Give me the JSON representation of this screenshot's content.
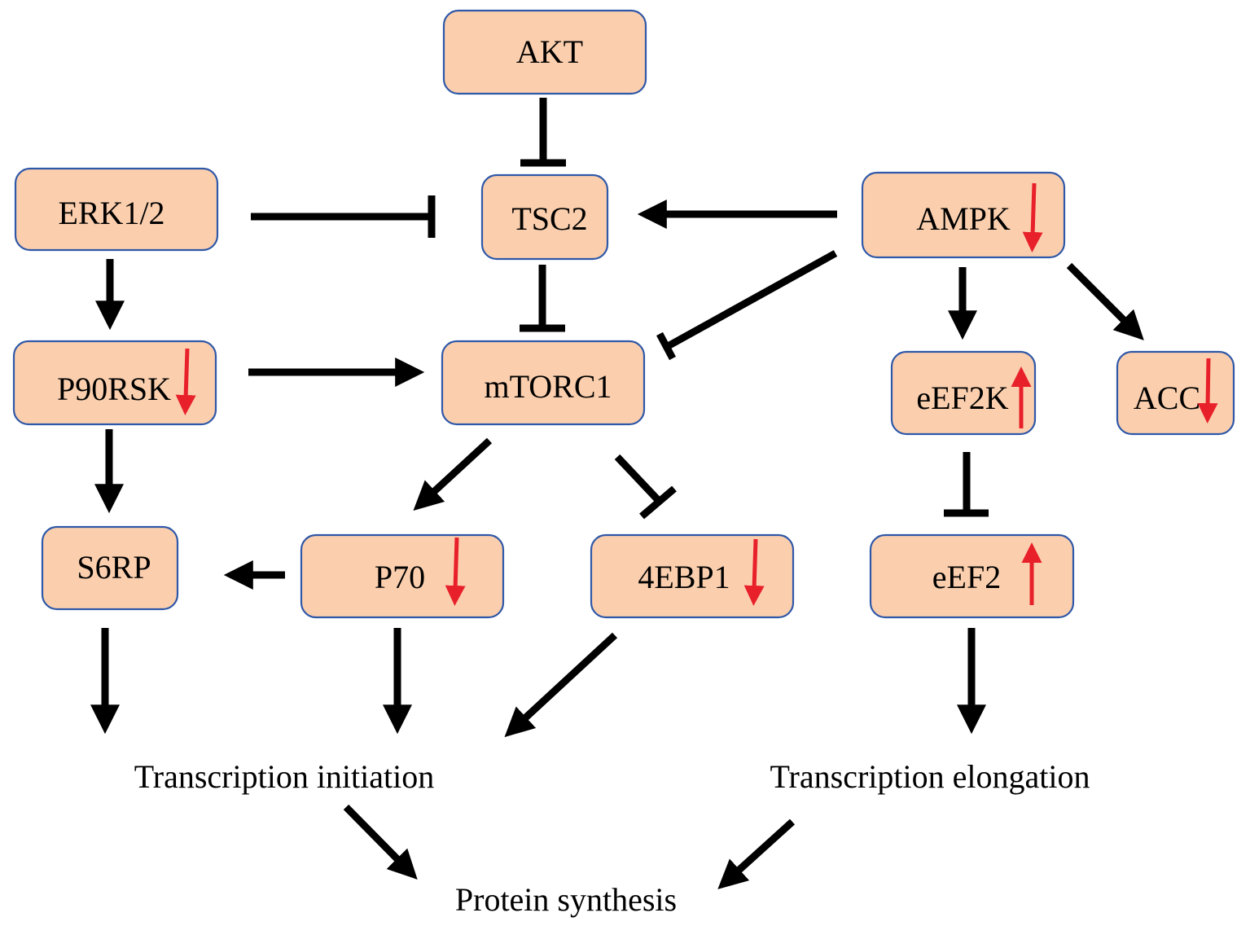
{
  "diagram": {
    "title": "Protein synthesis signaling pathway",
    "colors": {
      "node_fill": "#FBCFAE",
      "node_border": "#2F58A8",
      "edge": "#000000",
      "indicator": "#E8202A"
    },
    "nodes": [
      {
        "id": "AKT",
        "label": "AKT",
        "change": null
      },
      {
        "id": "ERK",
        "label": "ERK1/2",
        "change": null
      },
      {
        "id": "TSC2",
        "label": "TSC2",
        "change": null
      },
      {
        "id": "AMPK",
        "label": "AMPK",
        "change": "down"
      },
      {
        "id": "P90RSK",
        "label": "P90RSK",
        "change": "down"
      },
      {
        "id": "mTORC1",
        "label": "mTORC1",
        "change": null
      },
      {
        "id": "eEF2K",
        "label": "eEF2K",
        "change": "up"
      },
      {
        "id": "ACC",
        "label": "ACC",
        "change": "down"
      },
      {
        "id": "S6RP",
        "label": "S6RP",
        "change": null
      },
      {
        "id": "P70",
        "label": "P70",
        "change": "down"
      },
      {
        "id": "4EBP1",
        "label": "4EBP1",
        "change": "down"
      },
      {
        "id": "eEF2",
        "label": "eEF2",
        "change": "up"
      }
    ],
    "labels": {
      "transcription_initiation": "Transcription initiation",
      "transcription_elongation": "Transcription elongation",
      "protein_synthesis": "Protein synthesis"
    },
    "edges": [
      {
        "from": "AKT",
        "to": "TSC2",
        "type": "inhibit"
      },
      {
        "from": "ERK1/2",
        "to": "TSC2",
        "type": "inhibit"
      },
      {
        "from": "AMPK",
        "to": "TSC2",
        "type": "activate"
      },
      {
        "from": "TSC2",
        "to": "mTORC1",
        "type": "inhibit"
      },
      {
        "from": "AMPK",
        "to": "mTORC1",
        "type": "inhibit"
      },
      {
        "from": "ERK1/2",
        "to": "P90RSK",
        "type": "activate"
      },
      {
        "from": "P90RSK",
        "to": "mTORC1",
        "type": "activate"
      },
      {
        "from": "AMPK",
        "to": "eEF2K",
        "type": "activate"
      },
      {
        "from": "AMPK",
        "to": "ACC",
        "type": "activate"
      },
      {
        "from": "P90RSK",
        "to": "S6RP",
        "type": "activate"
      },
      {
        "from": "mTORC1",
        "to": "P70",
        "type": "activate"
      },
      {
        "from": "mTORC1",
        "to": "4EBP1",
        "type": "inhibit"
      },
      {
        "from": "eEF2K",
        "to": "eEF2",
        "type": "inhibit"
      },
      {
        "from": "P70",
        "to": "S6RP",
        "type": "activate"
      },
      {
        "from": "S6RP",
        "to": "Transcription initiation",
        "type": "activate"
      },
      {
        "from": "P70",
        "to": "Transcription initiation",
        "type": "activate"
      },
      {
        "from": "4EBP1",
        "to": "Transcription initiation",
        "type": "activate"
      },
      {
        "from": "eEF2",
        "to": "Transcription elongation",
        "type": "activate"
      },
      {
        "from": "Transcription initiation",
        "to": "Protein synthesis",
        "type": "activate"
      },
      {
        "from": "Transcription elongation",
        "to": "Protein synthesis",
        "type": "activate"
      }
    ]
  }
}
